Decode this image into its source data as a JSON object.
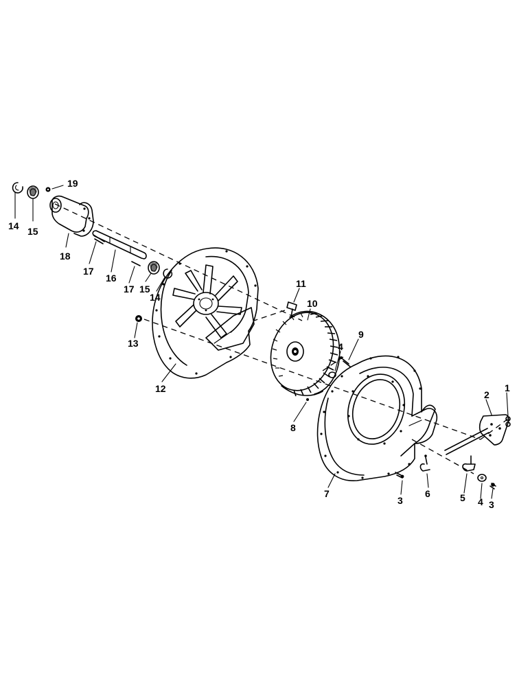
{
  "diagram": {
    "labels": {
      "n1": "1",
      "n2": "2",
      "n3a": "3",
      "n3b": "3",
      "n4a": "4",
      "n4b": "4",
      "n5": "5",
      "n6": "6",
      "n7": "7",
      "n8": "8",
      "n9": "9",
      "n10": "10",
      "n11": "11",
      "n12": "12",
      "n13": "13",
      "n14a": "14",
      "n14b": "14",
      "n15a": "15",
      "n15b": "15",
      "n16": "16",
      "n17a": "17",
      "n17b": "17",
      "n18": "18",
      "n19": "19"
    }
  }
}
